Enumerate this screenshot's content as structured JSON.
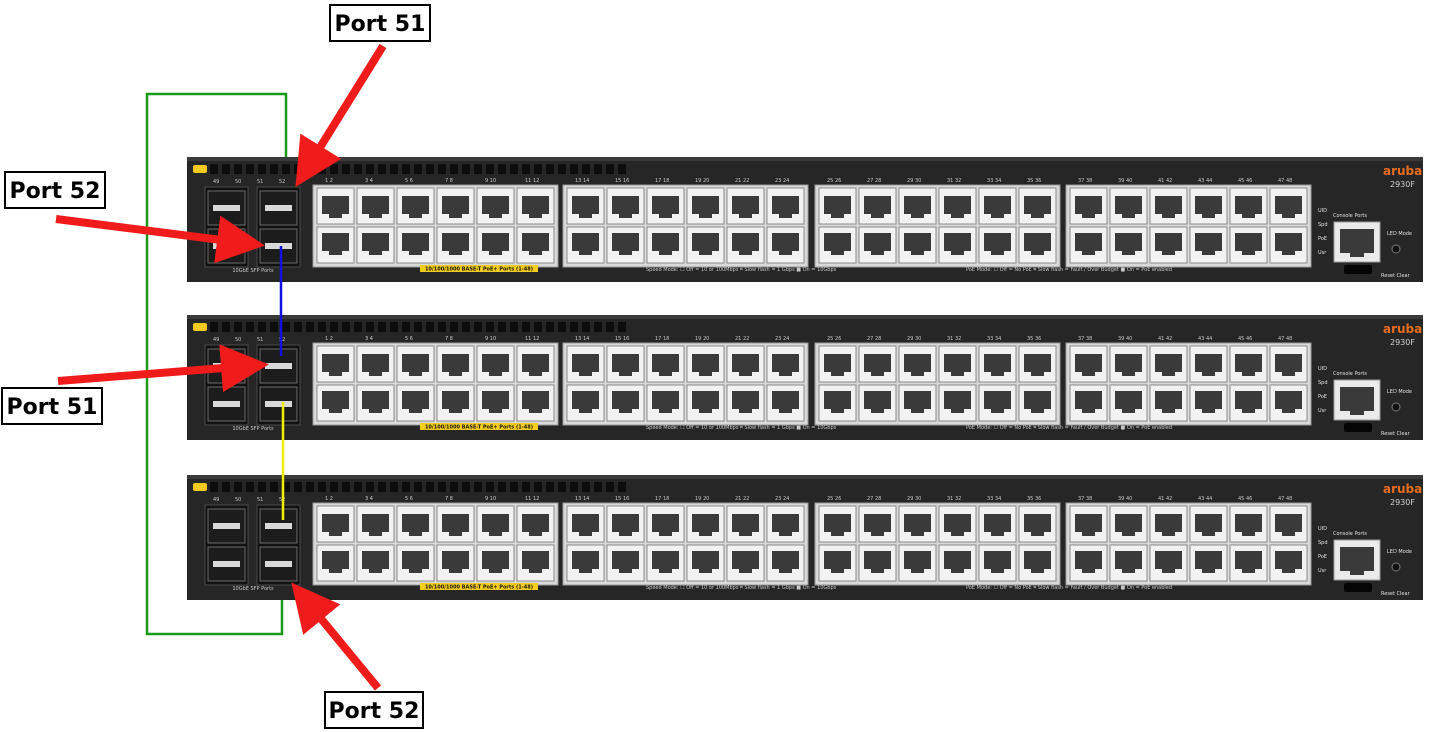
{
  "switches": [
    {
      "brand": "aruba",
      "model": "2930F",
      "sfp_label": "10GbE SFP Ports",
      "poe_label": "10/100/1000 BASE-T PoE+ Ports (1-48)",
      "speed_mode": "Speed Mode: ☐ Off = 10 or 100Mbps  ⌗ Slow flash = 1 Gbps  ■ On = 10Gbps",
      "poe_mode": "PoE Mode: ☐ Off = No PoE  ⌗ Slow flash = Fault / Over Budget  ■ On = PoE enabled",
      "console_label": "Console Ports",
      "led_mode_label": "LED Mode",
      "reset_clear": "Reset  Clear"
    },
    {
      "brand": "aruba",
      "model": "2930F",
      "sfp_label": "10GbE SFP Ports",
      "poe_label": "10/100/1000 BASE-T PoE+ Ports (1-48)",
      "speed_mode": "Speed Mode: ☐ Off = 10 or 100Mbps  ⌗ Slow flash = 1 Gbps  ■ On = 10Gbps",
      "poe_mode": "PoE Mode: ☐ Off = No PoE  ⌗ Slow flash = Fault / Over Budget  ■ On = PoE enabled",
      "console_label": "Console Ports",
      "led_mode_label": "LED Mode",
      "reset_clear": "Reset  Clear"
    },
    {
      "brand": "aruba",
      "model": "2930F",
      "sfp_label": "10GbE SFP Ports",
      "poe_label": "10/100/1000 BASE-T PoE+ Ports (1-48)",
      "speed_mode": "Speed Mode: ☐ Off = 10 or 100Mbps  ⌗ Slow flash = 1 Gbps  ■ On = 10Gbps",
      "poe_mode": "PoE Mode: ☐ Off = No PoE  ⌗ Slow flash = Fault / Over Budget  ■ On = PoE enabled",
      "console_label": "Console Ports",
      "led_mode_label": "LED Mode",
      "reset_clear": "Reset  Clear"
    }
  ],
  "side_leds": [
    "UID",
    "Spd",
    "PoE",
    "Usr"
  ],
  "sfp_port_labels": [
    "49",
    "50",
    "51",
    "52"
  ],
  "port_groups": [
    "1-12",
    "13-24",
    "25-36",
    "37-48"
  ],
  "callouts": [
    {
      "text": "Port 51"
    },
    {
      "text": "Port 52"
    },
    {
      "text": "Port 51"
    },
    {
      "text": "Port 52"
    }
  ],
  "colors": {
    "arrow": "#f01c1c",
    "ring_link": "#1a9a1a",
    "link_1_2": "#1010e0",
    "link_2_3": "#f0f000",
    "chassis": "#262626",
    "port_face": "#f2f2f2",
    "label_bar": "#f2cc1e",
    "brand": "#e86c1f"
  }
}
